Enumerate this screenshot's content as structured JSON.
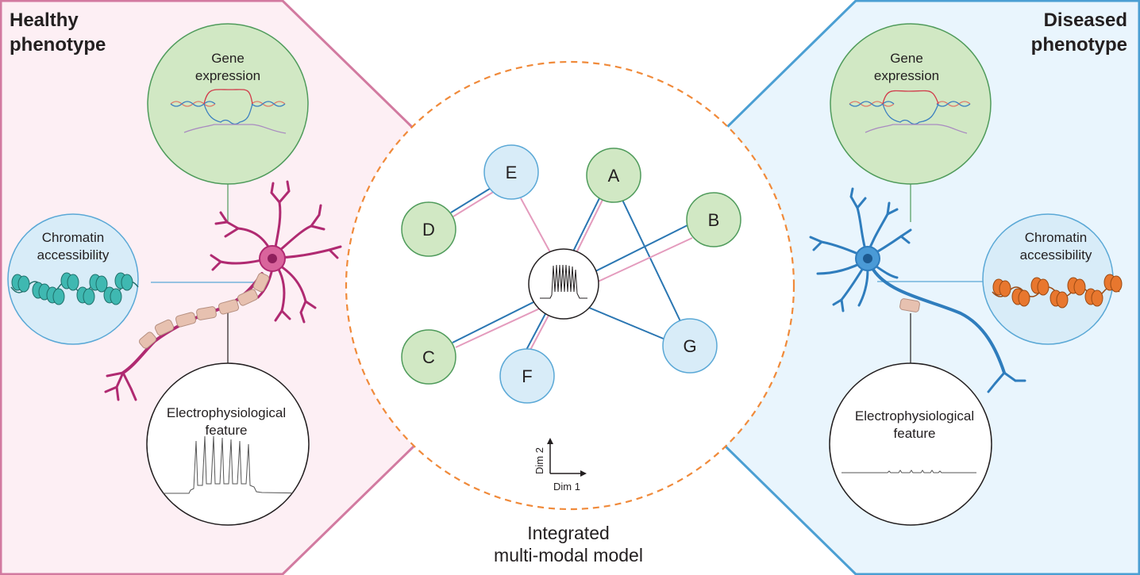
{
  "colors": {
    "healthy_border": "#d27aa0",
    "healthy_fill": "#fdeff4",
    "diseased_border": "#4b9fd3",
    "diseased_fill": "#e9f5fd",
    "green_circle": "#d1e8c4",
    "green_border": "#4f9b5b",
    "blue_circle": "#d8ecf8",
    "blue_border": "#5aa8d6",
    "dashed_circle": "#f08a3a",
    "healthy_neuron": "#b02a71",
    "diseased_neuron": "#2f7dbd",
    "pink_edge": "#e49bbd",
    "blue_edge": "#2a76b2",
    "nucleosome_healthy": "#3fb8b1",
    "nucleosome_diseased": "#e8772e",
    "myelin": "#e7c1b0"
  },
  "healthy": {
    "title_line1": "Healthy",
    "title_line2": "phenotype",
    "gene_line1": "Gene",
    "gene_line2": "expression",
    "chromatin_line1": "Chromatin",
    "chromatin_line2": "accessibility",
    "ephys_line1": "Electrophysiological",
    "ephys_line2": "feature"
  },
  "diseased": {
    "title_line1": "Diseased",
    "title_line2": "phenotype",
    "gene_line1": "Gene",
    "gene_line2": "expression",
    "chromatin_line1": "Chromatin",
    "chromatin_line2": "accessibility",
    "ephys_line1": "Electrophysiological",
    "ephys_line2": "feature"
  },
  "model": {
    "nodes": [
      {
        "id": "E",
        "label": "E",
        "type": "blue"
      },
      {
        "id": "A",
        "label": "A",
        "type": "green"
      },
      {
        "id": "D",
        "label": "D",
        "type": "green"
      },
      {
        "id": "B",
        "label": "B",
        "type": "green"
      },
      {
        "id": "C",
        "label": "C",
        "type": "green"
      },
      {
        "id": "F",
        "label": "F",
        "type": "blue"
      },
      {
        "id": "G",
        "label": "G",
        "type": "blue"
      }
    ],
    "axis_y_label": "Dim 2",
    "axis_x_label": "Dim 1",
    "footer_line1": "Integrated",
    "footer_line2": "multi-modal model"
  }
}
